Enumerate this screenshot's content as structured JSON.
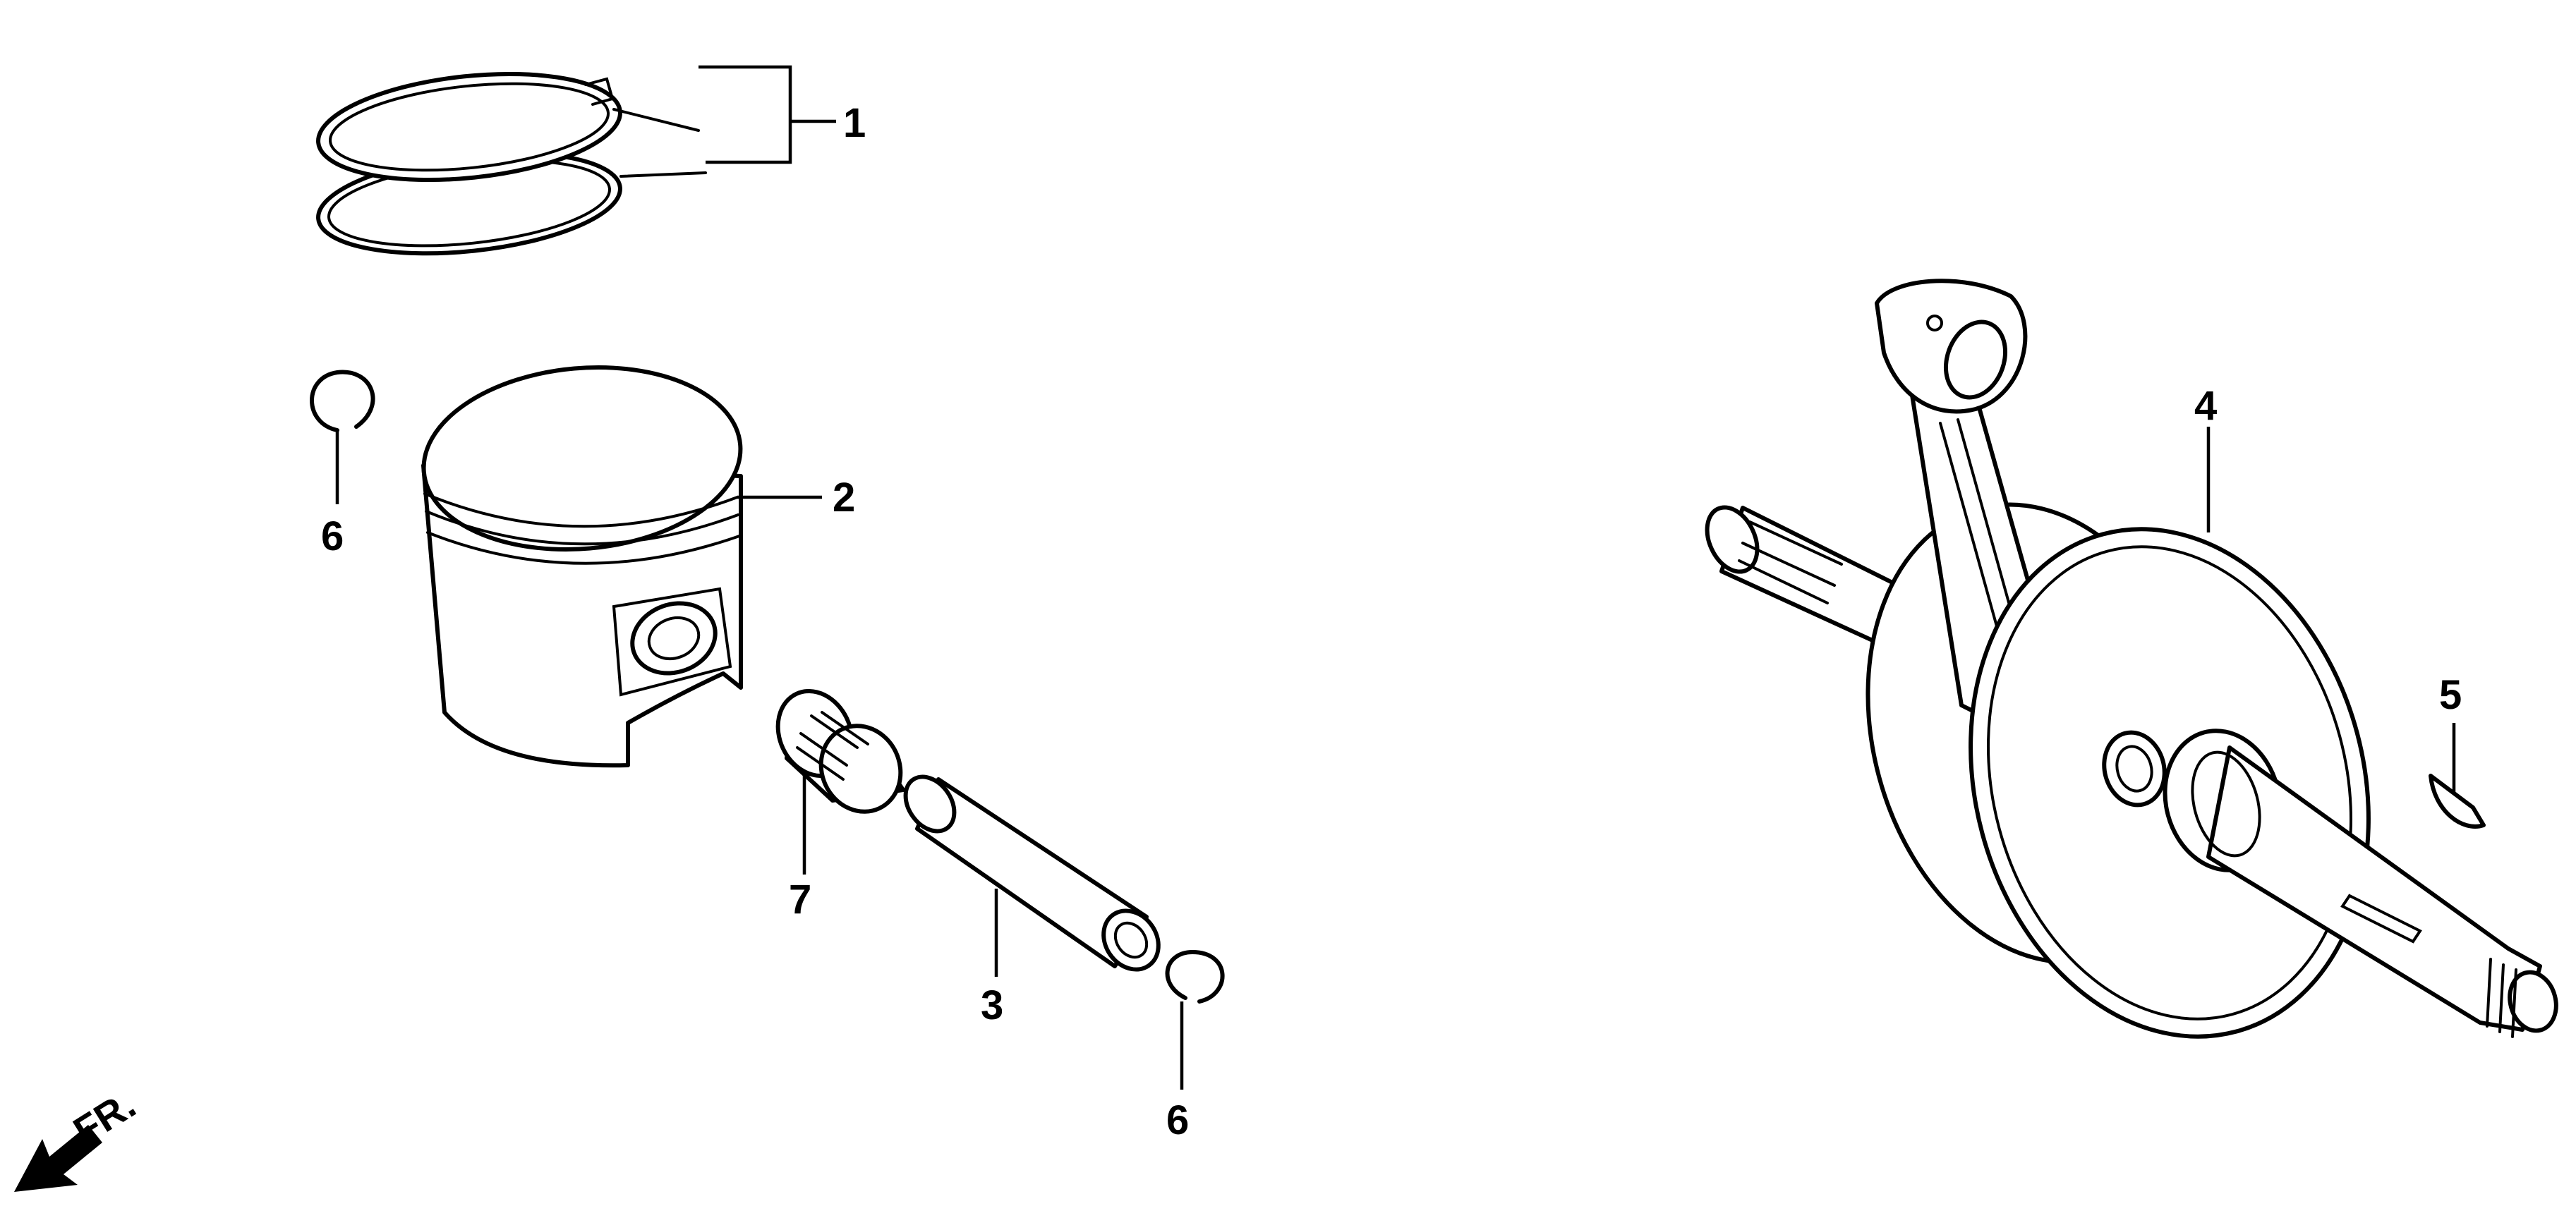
{
  "callouts": {
    "ring_set": "1",
    "piston": "2",
    "piston_pin": "3",
    "crankshaft": "4",
    "woodruff_key": "5",
    "clip_left": "6",
    "clip_right": "6",
    "needle_bearing": "7"
  },
  "front_indicator": "FR.",
  "colors": {
    "line": "#000000",
    "background": "#ffffff"
  }
}
